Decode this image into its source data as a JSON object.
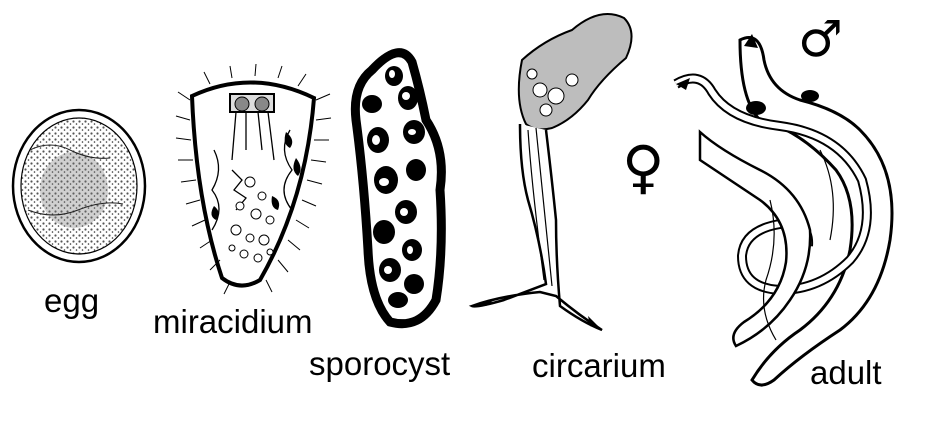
{
  "diagram": {
    "stages": [
      {
        "id": "egg",
        "label": "egg"
      },
      {
        "id": "miracidium",
        "label": "miracidium"
      },
      {
        "id": "sporocyst",
        "label": "sporocyst"
      },
      {
        "id": "circarium",
        "label": "circarium"
      },
      {
        "id": "adult",
        "label": "adult"
      }
    ],
    "symbols": {
      "female": "♀",
      "male": "♂"
    }
  },
  "colors": {
    "ink": "#000000",
    "background": "#ffffff",
    "shade": "#9a9a9a"
  }
}
